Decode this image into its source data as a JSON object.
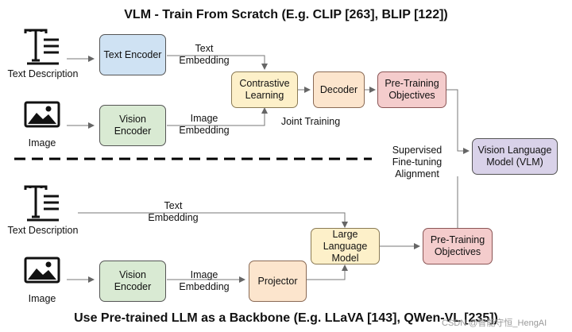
{
  "top": {
    "title": "VLM - Train From Scratch (E.g. CLIP [263], BLIP [122])",
    "text_description": "Text Description",
    "image": "Image",
    "text_encoder": "Text Encoder",
    "vision_encoder": "Vision Encoder",
    "text_embedding": "Text Embedding",
    "image_embedding": "Image Embedding",
    "contrastive_learning": "Contrastive Learning",
    "decoder": "Decoder",
    "pretraining_objectives": "Pre-Training Objectives",
    "joint_training": "Joint Training"
  },
  "middle": {
    "supervised": "Supervised Fine-tuning Alignment",
    "vlm": "Vision Language Model (VLM)"
  },
  "bottom": {
    "title": "Use Pre-trained LLM as a Backbone (E.g. LLaVA [143], QWen-VL [235])",
    "text_description": "Text Description",
    "image": "Image",
    "text_embedding": "Text Embedding",
    "vision_encoder": "Vision Encoder",
    "image_embedding": "Image Embedding",
    "projector": "Projector",
    "llm": "Large Language Model",
    "pretraining_objectives": "Pre-Training Objectives"
  },
  "watermark": "CSDN @智能守恒_HengAI"
}
